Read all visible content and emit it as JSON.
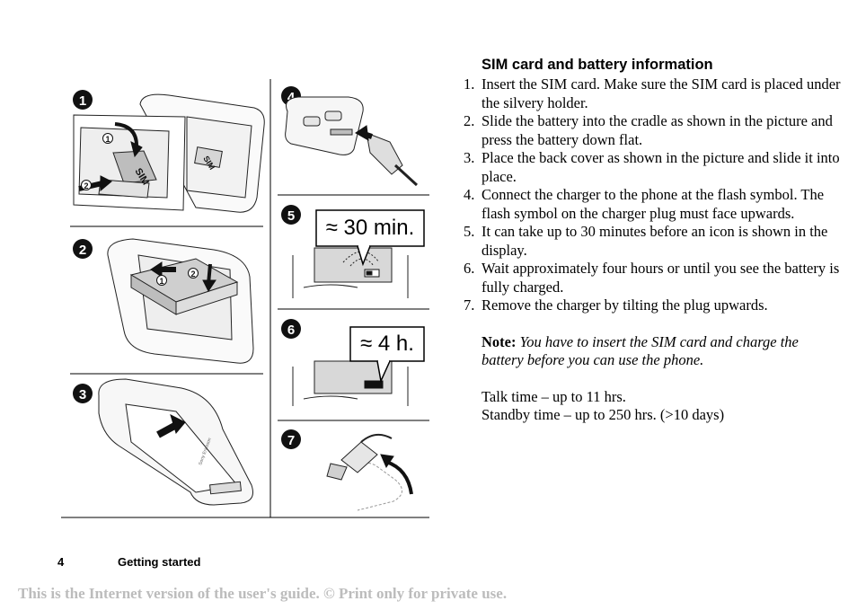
{
  "heading": "SIM card and battery information",
  "steps": [
    {
      "num": "1.",
      "text": "Insert the SIM card. Make sure the SIM card is placed under the silvery holder."
    },
    {
      "num": "2.",
      "text": "Slide the battery into the cradle as shown in the picture and press the battery down flat."
    },
    {
      "num": "3.",
      "text": "Place the back cover as shown in the picture and slide it into place."
    },
    {
      "num": "4.",
      "text": "Connect the charger to the phone at the flash symbol. The flash symbol on the charger plug must face upwards."
    },
    {
      "num": "5.",
      "text": "It can take up to 30 minutes before an icon is shown in the display."
    },
    {
      "num": "6.",
      "text": "Wait approximately four hours or until you see the battery is fully charged."
    },
    {
      "num": "7.",
      "text": "Remove the charger by tilting the plug upwards."
    }
  ],
  "note": {
    "label": "Note:",
    "text": "You have to insert the SIM card and charge the battery before you can use the phone."
  },
  "talk_time": "Talk time – up to 11 hrs.",
  "standby_time": "Standby time – up to 250 hrs. (>10 days)",
  "figure": {
    "step_badges": [
      "1",
      "2",
      "3",
      "4",
      "5",
      "6",
      "7"
    ],
    "sim_label": "SIM",
    "sub_markers": [
      "1",
      "2"
    ],
    "callout_30": "≈ 30 min.",
    "callout_4h": "≈ 4 h.",
    "brand": "Sony Ericsson"
  },
  "footer": {
    "page_number": "4",
    "section": "Getting started",
    "watermark": "This is the Internet version of the user's guide. © Print only for private use."
  }
}
